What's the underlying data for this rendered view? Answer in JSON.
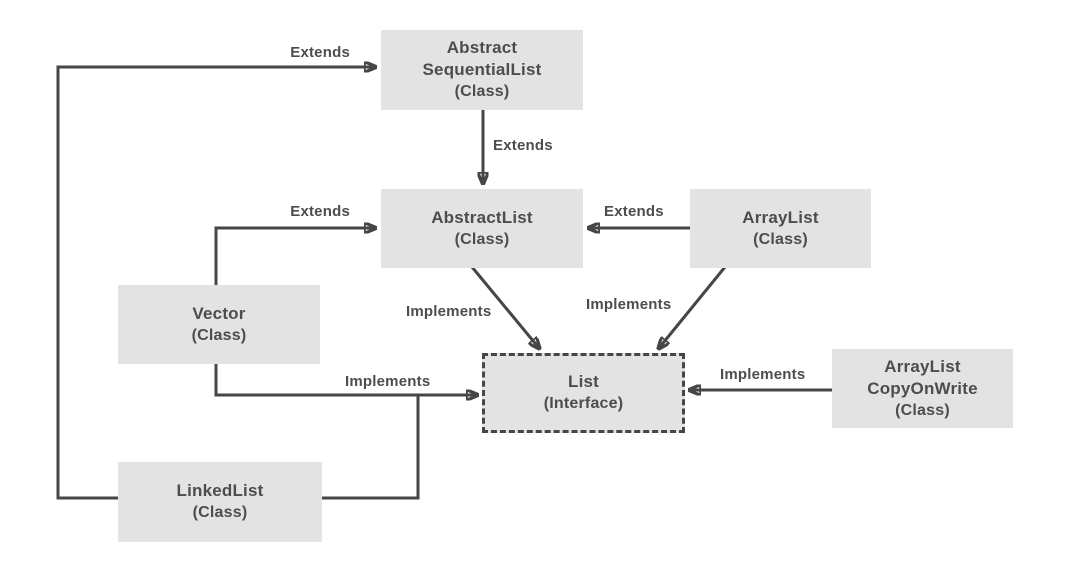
{
  "diagram": {
    "description": "Java List collection class hierarchy diagram",
    "colors": {
      "background": "#ffffff",
      "box_fill": "#e3e3e3",
      "text": "#4d4d4d",
      "arrow": "#464646"
    },
    "nodes": {
      "abstract_sequential_list": {
        "lines": [
          "Abstract",
          "SequentialList"
        ],
        "type": "(Class)"
      },
      "abstract_list": {
        "lines": [
          "AbstractList"
        ],
        "type": "(Class)"
      },
      "array_list": {
        "lines": [
          "ArrayList"
        ],
        "type": "(Class)"
      },
      "vector": {
        "lines": [
          "Vector"
        ],
        "type": "(Class)"
      },
      "list": {
        "lines": [
          "List"
        ],
        "type": "(Interface)"
      },
      "arraylist_copyonwrite": {
        "lines": [
          "ArrayList",
          "CopyOnWrite"
        ],
        "type": "(Class)"
      },
      "linked_list": {
        "lines": [
          "LinkedList"
        ],
        "type": "(Class)"
      }
    },
    "edges": {
      "extends_linkedlist_to_asl": {
        "label": "Extends",
        "from": "LinkedList",
        "to": "AbstractSequentialList"
      },
      "extends_asl_to_abstractlist": {
        "label": "Extends",
        "from": "AbstractSequentialList",
        "to": "AbstractList"
      },
      "extends_vector_to_abstractlist": {
        "label": "Extends",
        "from": "Vector",
        "to": "AbstractList"
      },
      "extends_arraylist_to_abstractlist": {
        "label": "Extends",
        "from": "ArrayList",
        "to": "AbstractList"
      },
      "implements_abstractlist_to_list": {
        "label": "Implements",
        "from": "AbstractList",
        "to": "List"
      },
      "implements_arraylist_to_list": {
        "label": "Implements",
        "from": "ArrayList",
        "to": "List"
      },
      "implements_vector_linkedlist_to_list": {
        "label": "Implements",
        "from": "Vector, LinkedList",
        "to": "List"
      },
      "implements_copyonwrite_to_list": {
        "label": "Implements",
        "from": "ArrayList CopyOnWrite",
        "to": "List"
      }
    }
  }
}
